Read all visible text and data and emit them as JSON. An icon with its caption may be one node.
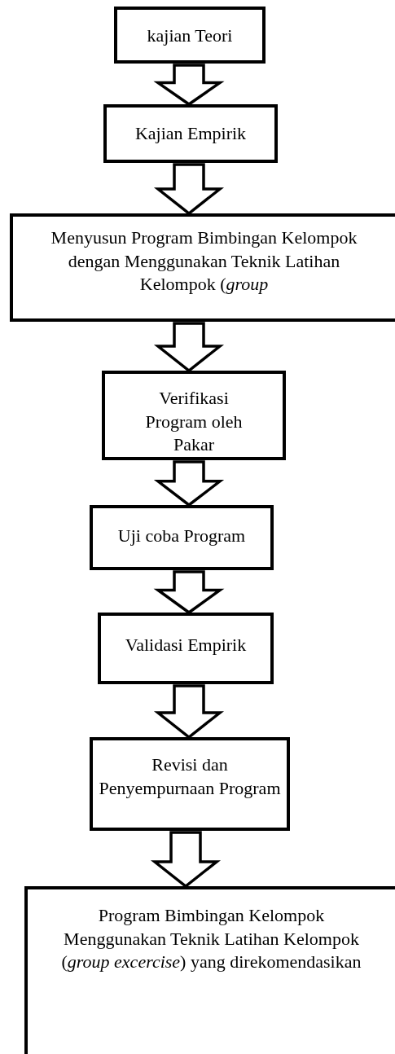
{
  "diagram": {
    "nodes": [
      {
        "text": [
          "kajian Teori"
        ]
      },
      {
        "text": [
          "Kajian Empirik"
        ]
      },
      {
        "text": [
          "Menyusun Program Bimbingan Kelompok dengan Menggunakan Teknik Latihan Kelompok (*group*"
        ]
      },
      {
        "text": [
          "Verifikasi Program oleh Pakar"
        ]
      },
      {
        "text": [
          "Uji coba Program"
        ]
      },
      {
        "text": [
          "Validasi Empirik"
        ]
      },
      {
        "text": [
          "Revisi dan Penyempurnaan Program"
        ]
      },
      {
        "text": [
          "Program Bimbingan Kelompok Menggunakan Teknik Latihan Kelompok (*group excercise*) yang direkomendasikan"
        ]
      }
    ],
    "edges": [
      {
        "from": 0,
        "to": 1,
        "arrow": "to"
      },
      {
        "from": 1,
        "to": 2,
        "arrow": "to"
      },
      {
        "from": 2,
        "to": 3,
        "arrow": "to"
      },
      {
        "from": 3,
        "to": 4,
        "arrow": "to"
      },
      {
        "from": 4,
        "to": 5,
        "arrow": "to"
      },
      {
        "from": 5,
        "to": 6,
        "arrow": "to"
      },
      {
        "from": 6,
        "to": 7,
        "arrow": "to"
      }
    ]
  }
}
